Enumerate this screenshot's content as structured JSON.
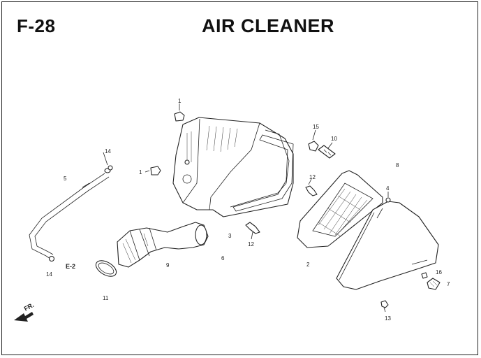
{
  "header": {
    "figure_code": "F-28",
    "title": "AIR CLEANER"
  },
  "callouts": {
    "c1a": "1",
    "c1b": "1",
    "c2": "2",
    "c3": "3",
    "c4": "4",
    "c5": "5",
    "c6": "6",
    "c7": "7",
    "c8": "8",
    "c9": "9",
    "c10": "10",
    "c11": "11",
    "c12a": "12",
    "c12b": "12",
    "c13": "13",
    "c14a": "14",
    "c14b": "14",
    "c15": "15",
    "c16": "16",
    "e2": "E-2",
    "fr": "FR."
  }
}
